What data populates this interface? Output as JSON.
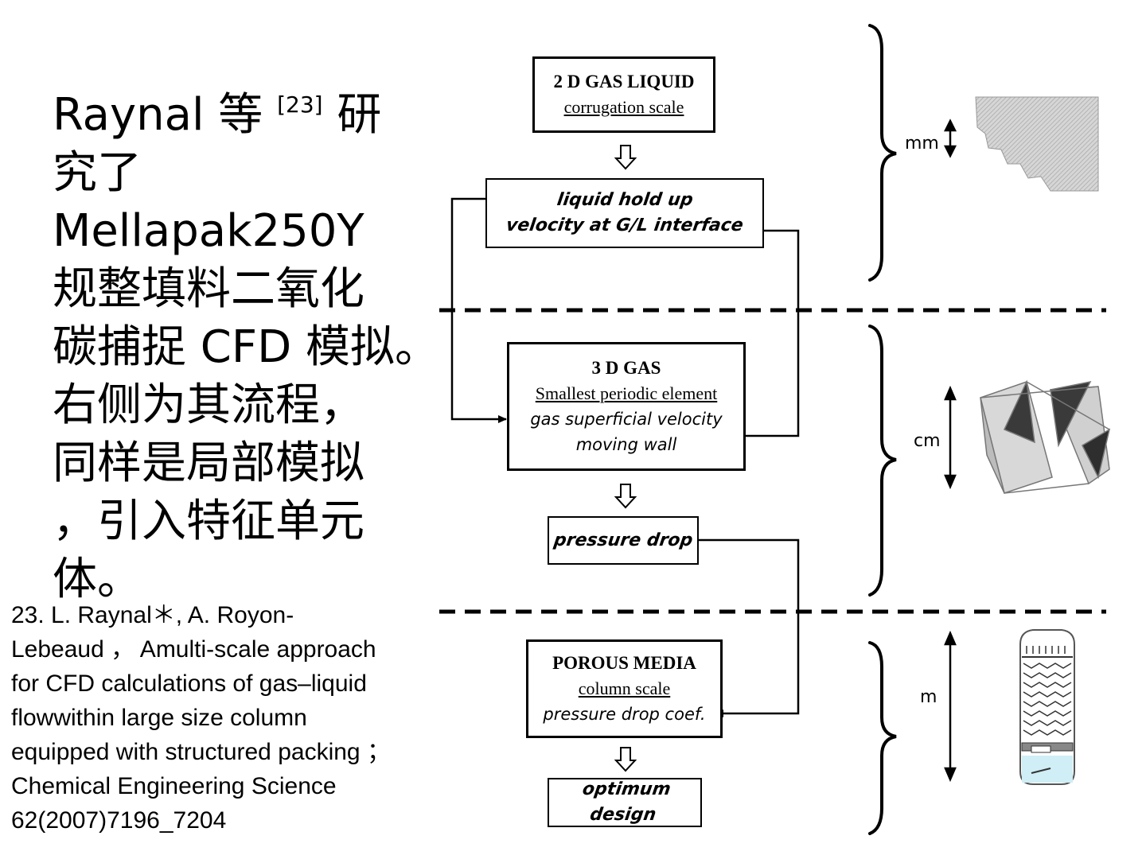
{
  "main_text": {
    "lines": [
      {
        "before": "Raynal 等 ",
        "cite": "[23]",
        "after": " 研"
      },
      {
        "text": "究了"
      },
      {
        "text": "Mellapak250Y"
      },
      {
        "text": "规整填料二氧化"
      },
      {
        "text": "碳捕捉 CFD 模拟。"
      },
      {
        "text": "右侧为其流程，"
      },
      {
        "text": "同样是局部模拟"
      },
      {
        "text": "，引入特征单元"
      },
      {
        "text": "体。"
      }
    ]
  },
  "reference": {
    "lines": [
      "23. L. Raynal＊, A. Royon-",
      "Lebeaud ， Amulti-scale approach",
      "for CFD calculations of gas–liquid",
      "flowwithin large size column",
      "equipped with structured packing ；",
      "Chemical Engineering Science",
      "62(2007)7196_7204"
    ]
  },
  "flow": {
    "box1": {
      "title": "2 D GAS LIQUID",
      "subtitle": "corrugation scale"
    },
    "box2": {
      "line1": "liquid hold up",
      "line2": "velocity at G/L interface"
    },
    "box3": {
      "title": "3 D GAS",
      "subtitle": "Smallest periodic element",
      "line1": "gas superficial velocity",
      "line2": "moving wall"
    },
    "box4": {
      "text": "pressure drop"
    },
    "box5": {
      "title": "POROUS MEDIA",
      "subtitle": "column scale",
      "line1": "pressure drop coef."
    },
    "box6": {
      "text": "optimum design"
    }
  },
  "scales": {
    "mm": "mm",
    "cm": "cm",
    "m": "m"
  }
}
